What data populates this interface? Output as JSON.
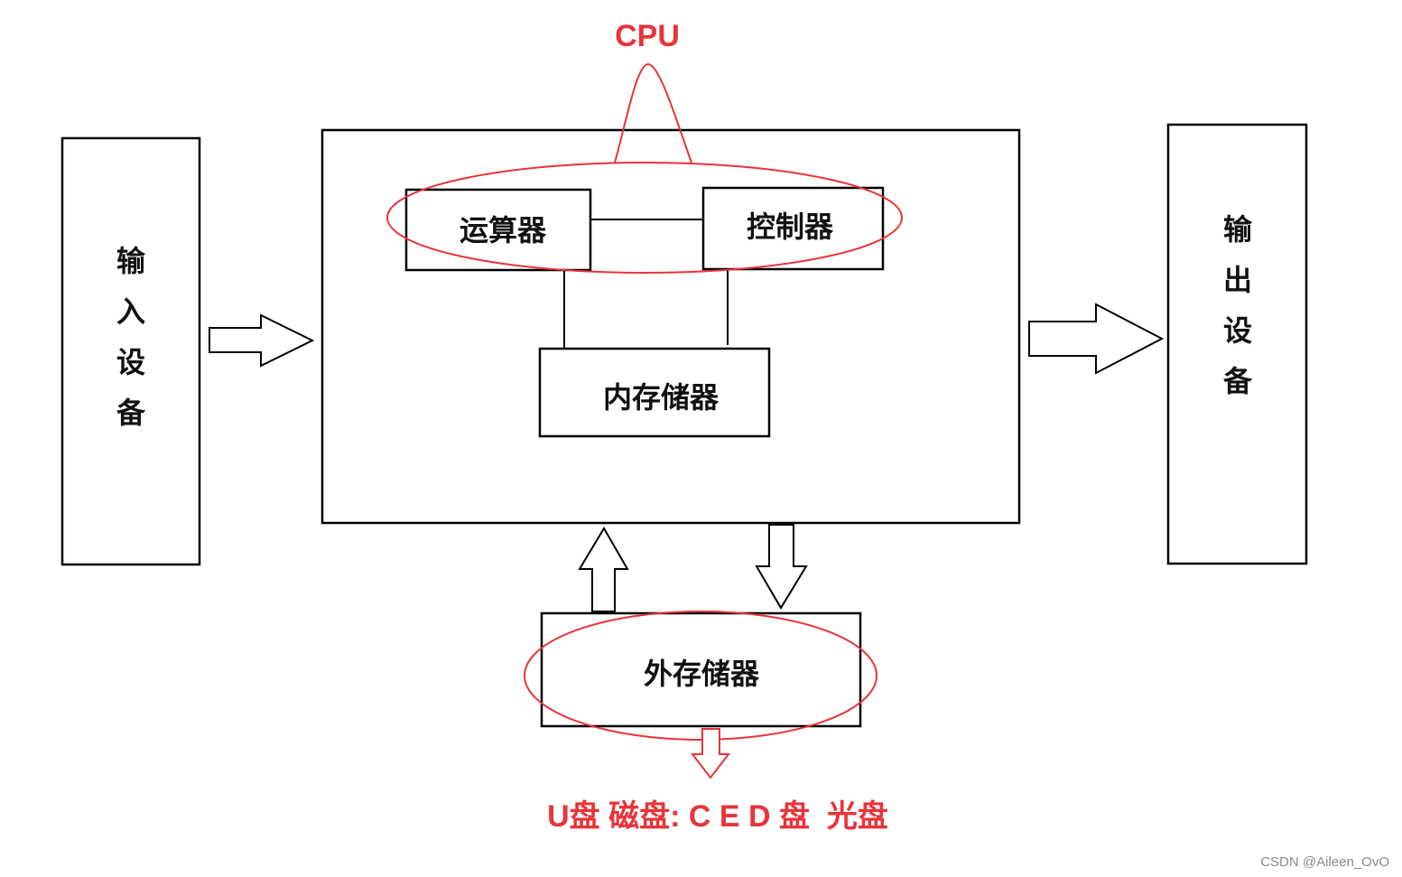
{
  "labels": {
    "input_device": [
      "输",
      "入",
      "设",
      "备"
    ],
    "output_device": [
      "输",
      "出",
      "设",
      "备"
    ],
    "alu": "运算器",
    "controller": "控制器",
    "internal_memory": "内存储器",
    "external_memory": "外存储器"
  },
  "annotations": {
    "cpu": "CPU",
    "storage_examples": "U盘 磁盘: C E D 盘  光盘"
  },
  "watermark": "CSDN @Aileen_OvO",
  "colors": {
    "annotation": "#e8343a",
    "box_stroke": "#000000"
  }
}
